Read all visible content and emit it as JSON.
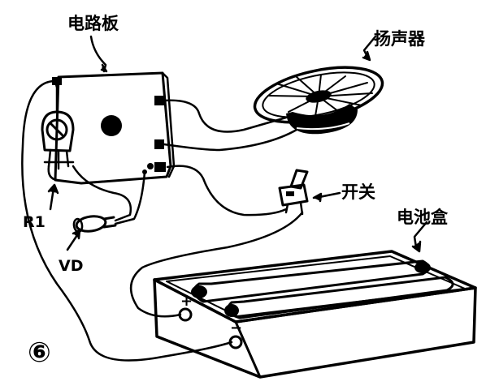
{
  "figure_number": "⑥",
  "labels": {
    "circuit_board": "电路板",
    "speaker": "扬声器",
    "switch": "开关",
    "battery_box": "电池盒",
    "resistor": "R1",
    "led": "VD",
    "battery_plus": "+",
    "battery_minus": "−"
  }
}
